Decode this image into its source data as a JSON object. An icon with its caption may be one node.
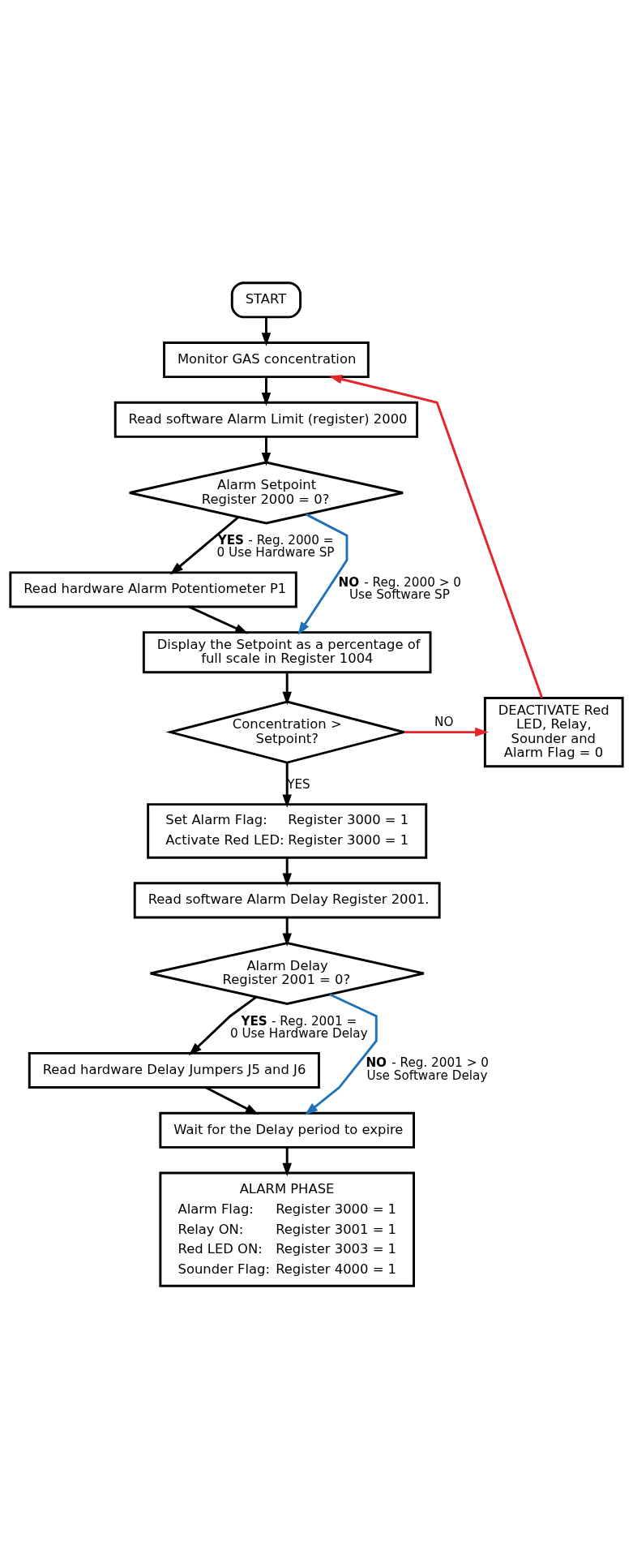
{
  "diagram": {
    "nodes": [
      {
        "text": [
          "START"
        ]
      },
      {
        "text": [
          "Monitor GAS concentration"
        ]
      },
      {
        "text": [
          "Read software Alarm Limit (register) 2000"
        ]
      },
      {
        "text": [
          "Alarm Setpoint Register 2000 = 0?"
        ]
      },
      {
        "text": [
          "Read hardware Alarm Potentiometer P1"
        ]
      },
      {
        "text": [
          "Display the Setpoint as a percentage of full scale in Register 1004"
        ]
      },
      {
        "text": [
          "Concentration > Setpoint?"
        ]
      },
      {
        "text": [
          "DEACTIVATE Red LED, Relay, Sounder and Alarm Flag = 0"
        ]
      },
      {
        "text": [
          "Set Alarm Flag:",
          "Register 3000 = 1",
          "Activate Red LED:",
          "Register 3000 = 1"
        ]
      },
      {
        "text": [
          "Read software Alarm Delay Register 2001."
        ]
      },
      {
        "text": [
          "Alarm Delay Register 2001 = 0?"
        ]
      },
      {
        "text": [
          "Read hardware Delay Jumpers J5 and J6"
        ]
      },
      {
        "text": [
          "Wait for the Delay period to expire"
        ]
      },
      {
        "text": [
          "ALARM PHASE",
          "Alarm Flag:",
          "Register 3000 = 1",
          "Relay ON:",
          "Register 3001 = 1",
          "Red LED ON:",
          "Register 3003 = 1",
          "Sounder Flag:",
          "Register 4000 = 1"
        ]
      }
    ],
    "edges": [
      {
        "from": 0,
        "to": 1,
        "arrow": "to"
      },
      {
        "from": 1,
        "to": 2,
        "arrow": "to"
      },
      {
        "from": 2,
        "to": 3,
        "arrow": "to"
      },
      {
        "from": 3,
        "to": 4,
        "arrow": "to",
        "label": "**YES** - Reg. 2000 = 0 Use Hardware SP"
      },
      {
        "from": 3,
        "to": 5,
        "arrow": "to",
        "label": "**NO** - Reg. 2000 > 0 Use Software SP",
        "color": "#1f72b8"
      },
      {
        "from": 4,
        "to": 5,
        "arrow": "to"
      },
      {
        "from": 5,
        "to": 6,
        "arrow": "to"
      },
      {
        "from": 6,
        "to": 7,
        "arrow": "to",
        "label": "NO",
        "color": "#e5242b"
      },
      {
        "from": 7,
        "to": 1,
        "arrow": "to",
        "color": "#e5242b"
      },
      {
        "from": 6,
        "to": 8,
        "arrow": "to",
        "label": "YES"
      },
      {
        "from": 8,
        "to": 9,
        "arrow": "to"
      },
      {
        "from": 9,
        "to": 10,
        "arrow": "to"
      },
      {
        "from": 10,
        "to": 11,
        "arrow": "to",
        "label": "**YES** - Reg. 2001 = 0 Use Hardware Delay"
      },
      {
        "from": 10,
        "to": 12,
        "arrow": "to",
        "label": "**NO** - Reg. 2001 > 0 Use Software Delay",
        "color": "#1f72b8"
      },
      {
        "from": 11,
        "to": 12,
        "arrow": "to"
      },
      {
        "from": 12,
        "to": 13,
        "arrow": "to"
      }
    ]
  }
}
